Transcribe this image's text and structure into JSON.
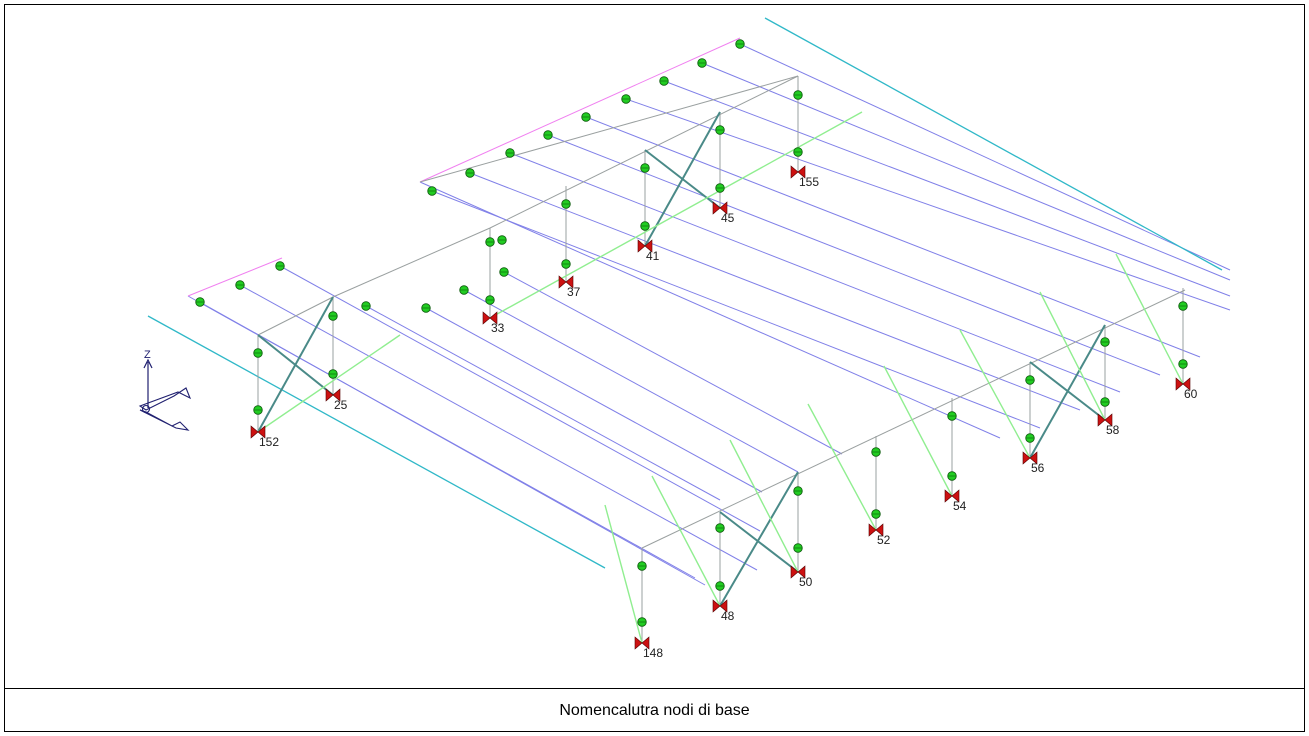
{
  "caption": "Nomencalutra nodi di base",
  "axis_label": "Z",
  "colors": {
    "purlin": "#8080e8",
    "edge": "#30b8c8",
    "ridge": "#f080f0",
    "frame": "#9aa0a0",
    "brace": "#4a8a88",
    "green_brace": "#90ee90",
    "node": "#22cc22",
    "support": "#cc1111",
    "axes": "#202070"
  },
  "base_nodes": [
    {
      "label": "155"
    },
    {
      "label": "45"
    },
    {
      "label": "41"
    },
    {
      "label": "37"
    },
    {
      "label": "33"
    },
    {
      "label": "25"
    },
    {
      "label": "152"
    },
    {
      "label": "60"
    },
    {
      "label": "58"
    },
    {
      "label": "56"
    },
    {
      "label": "54"
    },
    {
      "label": "52"
    },
    {
      "label": "50"
    },
    {
      "label": "48"
    },
    {
      "label": "148"
    }
  ]
}
